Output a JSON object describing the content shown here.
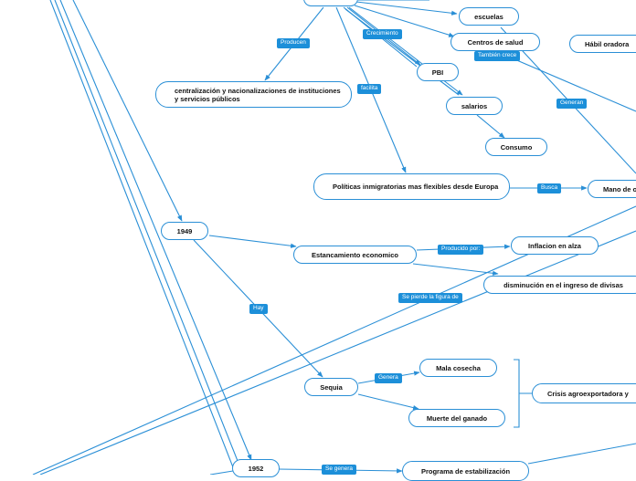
{
  "nodes": {
    "top": "",
    "escuelas": "escuelas",
    "centros_salud": "Centros de salud",
    "habil_oradora": "Hábil oradora",
    "pbi": "PBI",
    "salarios": "salarios",
    "consumo": "Consumo",
    "centralizacion": "centralización y nacionalizaciones  de instituciones y servicios públicos",
    "politicas": "Políticas inmigratorias mas flexibles desde Europa",
    "mano_obra": "Mano de o",
    "y1949": "1949",
    "estancamiento": "Estancamiento economico",
    "inflacion": "Inflacion en alza",
    "divisas": "disminución en el ingreso de divisas",
    "sequia": "Sequia",
    "mala_cosecha": "Mala cosecha",
    "muerte_ganado": "Muerte del ganado",
    "crisis": "Crisis agroexportadora y",
    "y1952": "1952",
    "programa": "Programa de estabilización"
  },
  "labels": {
    "producen": "Producen",
    "crecimiento": "Crecimiento",
    "tambien_crece": "También crece",
    "generan": "Generan",
    "facilita": "facilita",
    "busca": "Busca",
    "producido_por": "Producido por:",
    "se_pierde": "Se pierde la figura de",
    "hay": "Hay",
    "genera": "Genera",
    "se_genera": "Se genera"
  },
  "colors": {
    "line": "#2a8fd6",
    "label_bg": "#1c8fd9"
  }
}
